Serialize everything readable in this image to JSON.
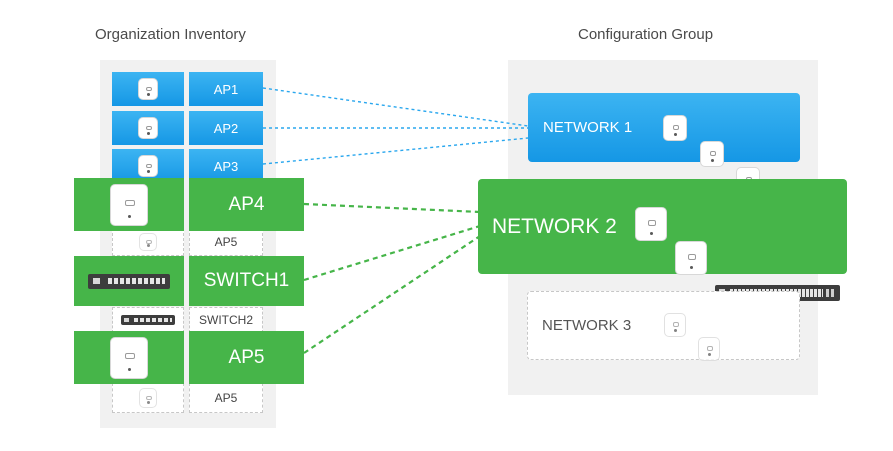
{
  "headings": {
    "left": "Organization Inventory",
    "right": "Configuration Group"
  },
  "inventory": {
    "ap1": "AP1",
    "ap2": "AP2",
    "ap3": "AP3",
    "ap4": "AP4",
    "ap5_faded": "AP5",
    "switch1": "SWITCH1",
    "switch2": "SWITCH2",
    "ap5": "AP5",
    "ap5_faded_bottom": "AP5"
  },
  "networks": {
    "network1": {
      "label": "NETWORK 1",
      "devices": [
        "ap",
        "ap",
        "ap"
      ]
    },
    "network2": {
      "label": "NETWORK 2",
      "devices": [
        "ap",
        "ap",
        "switch"
      ]
    },
    "network3": {
      "label": "NETWORK 3",
      "devices": [
        "ap",
        "ap"
      ]
    }
  },
  "colors": {
    "blue": "#1597e5",
    "green": "#46b549",
    "link_blue": "#2aa7ee",
    "link_green": "#46b549"
  },
  "icons": {
    "access_point": "access-point-icon",
    "switch": "switch-icon"
  }
}
